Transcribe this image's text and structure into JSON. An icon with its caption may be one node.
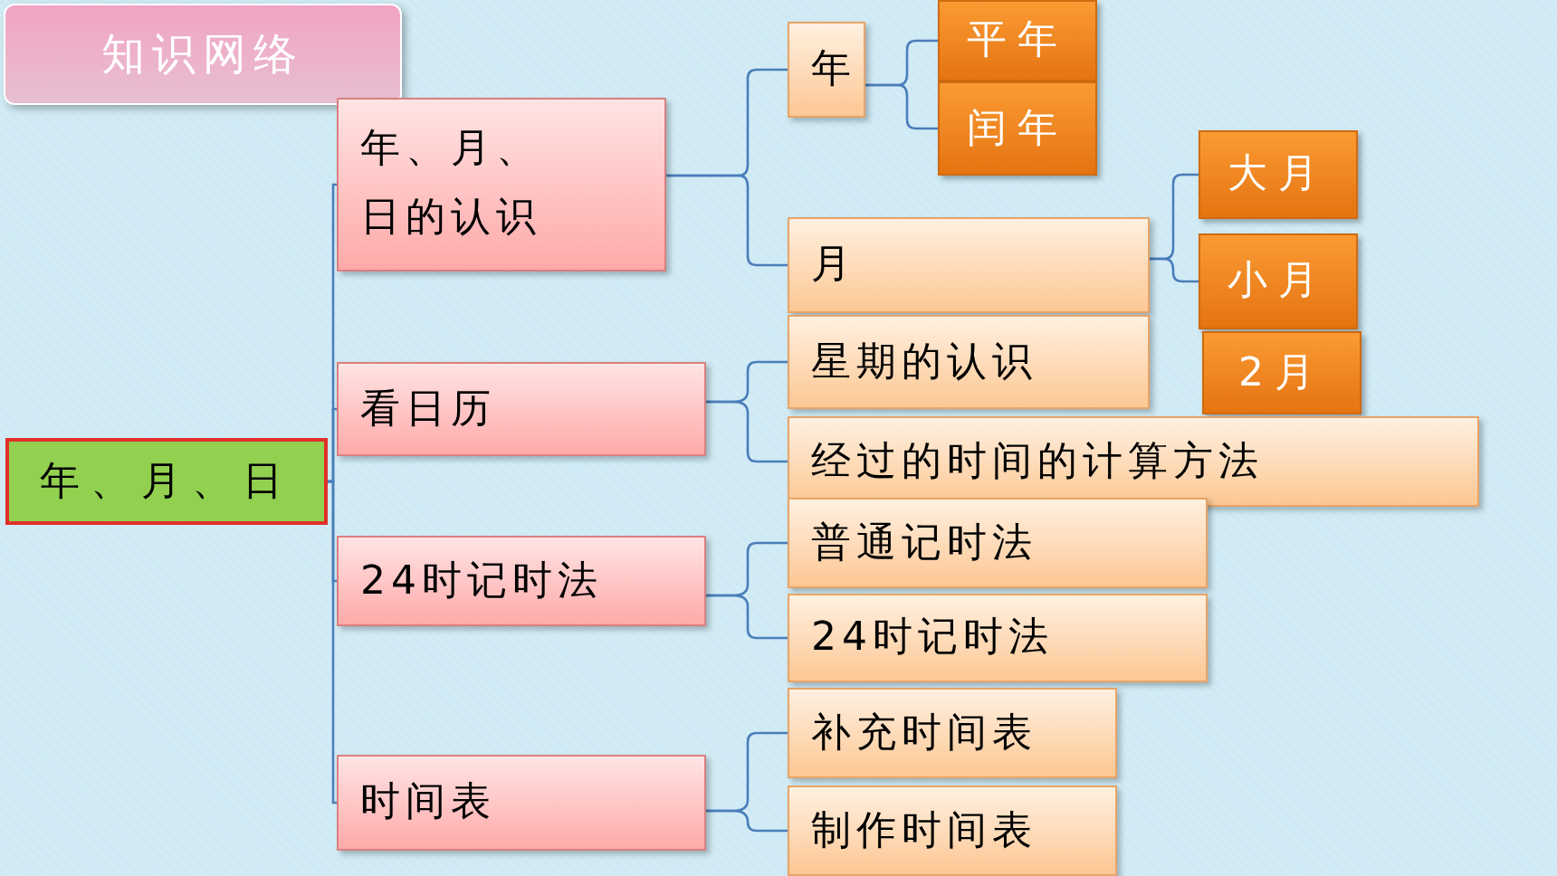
{
  "diagram": {
    "title": "知识网络",
    "nodes": [
      {
        "text": [
          "年、月、日"
        ]
      },
      {
        "text": [
          "年、月、日的认识"
        ]
      },
      {
        "text": [
          "看日历"
        ]
      },
      {
        "text": [
          "24时记时法"
        ]
      },
      {
        "text": [
          "时间表"
        ]
      },
      {
        "text": [
          "年"
        ]
      },
      {
        "text": [
          "平年"
        ]
      },
      {
        "text": [
          "闰年"
        ]
      },
      {
        "text": [
          "月"
        ]
      },
      {
        "text": [
          "大月"
        ]
      },
      {
        "text": [
          "小月"
        ]
      },
      {
        "text": [
          "2月"
        ]
      },
      {
        "text": [
          "星期的认识"
        ]
      },
      {
        "text": [
          "经过的时间的计算方法"
        ]
      },
      {
        "text": [
          "普通记时法"
        ]
      },
      {
        "text": [
          "24时记时法"
        ]
      },
      {
        "text": [
          "补充时间表"
        ]
      },
      {
        "text": [
          "制作时间表"
        ]
      }
    ],
    "edges": [
      {
        "from": 0,
        "to": 1,
        "arrow": "none"
      },
      {
        "from": 0,
        "to": 2,
        "arrow": "none"
      },
      {
        "from": 0,
        "to": 3,
        "arrow": "none"
      },
      {
        "from": 0,
        "to": 4,
        "arrow": "none"
      },
      {
        "from": 1,
        "to": 5,
        "arrow": "none"
      },
      {
        "from": 1,
        "to": 8,
        "arrow": "none"
      },
      {
        "from": 5,
        "to": 6,
        "arrow": "none"
      },
      {
        "from": 5,
        "to": 7,
        "arrow": "none"
      },
      {
        "from": 8,
        "to": 9,
        "arrow": "none"
      },
      {
        "from": 8,
        "to": 10,
        "arrow": "none"
      },
      {
        "from": 2,
        "to": 12,
        "arrow": "none"
      },
      {
        "from": 2,
        "to": 13,
        "arrow": "none"
      },
      {
        "from": 3,
        "to": 14,
        "arrow": "none"
      },
      {
        "from": 3,
        "to": 15,
        "arrow": "none"
      },
      {
        "from": 4,
        "to": 16,
        "arrow": "none"
      },
      {
        "from": 4,
        "to": 17,
        "arrow": "none"
      }
    ]
  }
}
